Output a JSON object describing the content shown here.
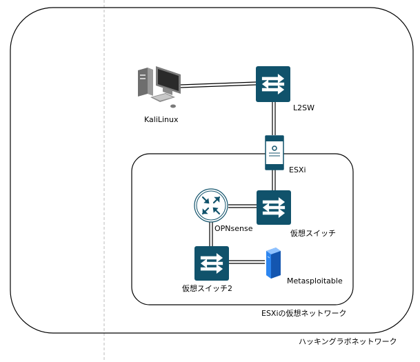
{
  "diagram": {
    "outer_boundary_label": "ハッキングラボネットワーク",
    "inner_boundary_label": "ESXiの仮想ネットワーク",
    "nodes": {
      "kali": "KaliLinux",
      "l2sw": "L2SW",
      "esxi": "ESXi",
      "opnsense": "OPNsense",
      "vswitch1": "仮想スイッチ",
      "vswitch2": "仮想スイッチ2",
      "metasploitable": "Metasploitable"
    },
    "colors": {
      "switch_fill": "#10526b",
      "router_fill": "#10526b",
      "server_blue": "#1e6fd9",
      "pc_gray": "#8a8a8a",
      "line": "#000000",
      "grid_guide": "#bbbbbb"
    }
  }
}
